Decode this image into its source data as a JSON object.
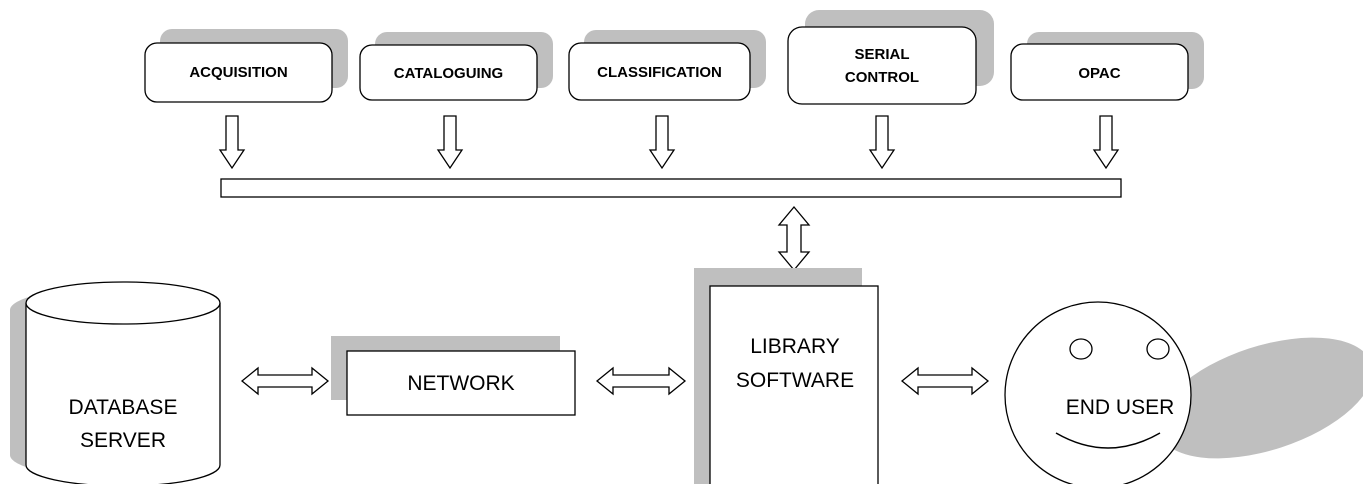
{
  "modules": [
    {
      "id": "acquisition",
      "lines": [
        "ACQUISITION"
      ]
    },
    {
      "id": "cataloguing",
      "lines": [
        "CATALOGUING"
      ]
    },
    {
      "id": "classification",
      "lines": [
        "CLASSIFICATION"
      ]
    },
    {
      "id": "serial-control",
      "lines": [
        "SERIAL",
        "CONTROL"
      ]
    },
    {
      "id": "opac",
      "lines": [
        "OPAC"
      ]
    }
  ],
  "database": {
    "lines": [
      "DATABASE",
      "SERVER"
    ]
  },
  "network": {
    "label": "NETWORK"
  },
  "library_software": {
    "lines": [
      "LIBRARY",
      "SOFTWARE"
    ]
  },
  "end_user": {
    "label": "END USER"
  },
  "colors": {
    "shadow": "#bfbfbf",
    "stroke": "#000000",
    "fill": "#ffffff"
  }
}
